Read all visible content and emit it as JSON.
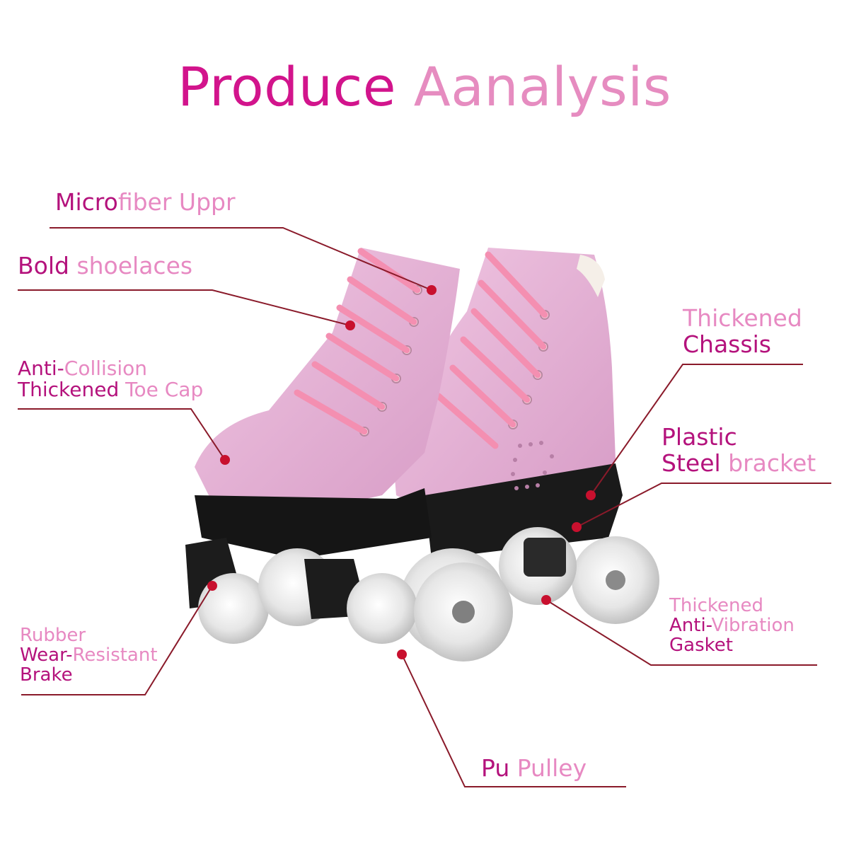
{
  "title": {
    "part1": "Produce",
    "part2": "Aanalysis"
  },
  "colors": {
    "dark_pink": "#b4127c",
    "light_pink": "#e789c2",
    "leader_line": "#8a1a2a",
    "dot": "#c8102e",
    "skate_pink": "#e7b4d6",
    "lace_pink": "#f48fb1"
  },
  "labels": {
    "microfiber": {
      "a": "Micro",
      "b": "fiber Uppr"
    },
    "shoelaces": {
      "a": "Bold ",
      "b": "shoelaces"
    },
    "toecap": {
      "l1a": "Anti-",
      "l1b": "Collision",
      "l2a": "Thickened ",
      "l2b": "Toe Cap"
    },
    "chassis": {
      "l1": "Thickened",
      "l2": "Chassis"
    },
    "bracket": {
      "l1": "Plastic",
      "l2a": "Steel ",
      "l2b": "bracket"
    },
    "brake": {
      "l1": "Rubber",
      "l2a": "Wear-",
      "l2b": "Resistant",
      "l3": "Brake"
    },
    "gasket": {
      "l1": "Thickened",
      "l2a": "Anti-",
      "l2b": "Vibration",
      "l3": "Gasket"
    },
    "pulley": {
      "a": "Pu ",
      "b": "Pulley"
    }
  }
}
